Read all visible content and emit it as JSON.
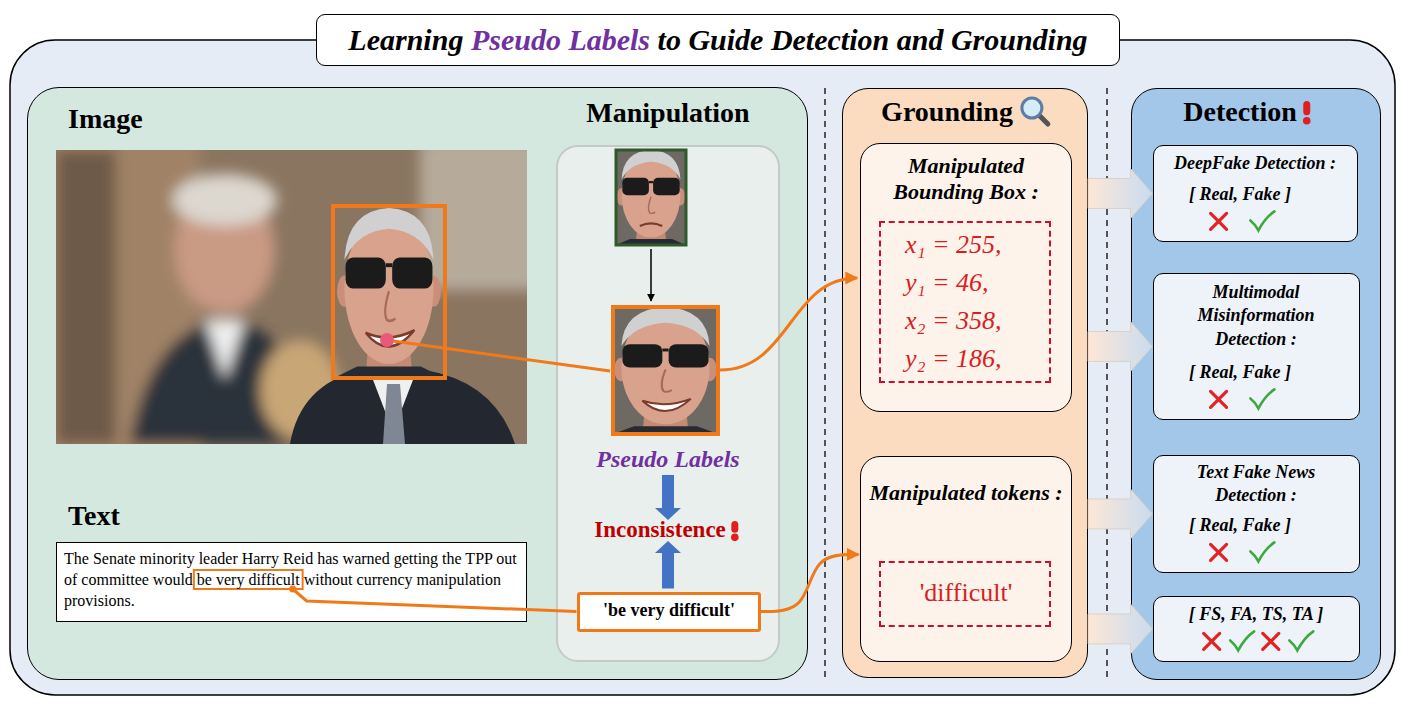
{
  "diagram": {
    "title": "Learning Pseudo Labels to Guide Detection and Grounding",
    "nodes": [
      {
        "text": [
          "Image",
          "Text"
        ]
      },
      {
        "text": [
          "The Senate minority leader Harry Reid has warned getting the TPP out of committee would be very difficult without currency manipulation provisions."
        ],
        "in": 0
      },
      {
        "text": [
          "Manipulation",
          "Pseudo Labels",
          "Inconsistence"
        ],
        "in": 0
      },
      {
        "text": [
          "'be very difficult'"
        ],
        "in": 2
      },
      {
        "text": [
          "Grounding"
        ]
      },
      {
        "text": [
          "Manipulated Bounding Box :"
        ],
        "in": 4
      },
      {
        "text": [
          "x₁ = 255,",
          "y₁ = 46,",
          "x₂ = 358,",
          "y₂ = 186,"
        ],
        "in": 5
      },
      {
        "text": [
          "Manipulated tokens :"
        ],
        "in": 4
      },
      {
        "text": [
          "'difficult'"
        ],
        "in": 7
      },
      {
        "text": [
          "Detection"
        ]
      },
      {
        "text": [
          "DeepFake Detection :",
          "[ Real, Fake ]"
        ],
        "in": 9
      },
      {
        "text": [
          "Multimodal Misinformation Detection :",
          "[ Real, Fake ]"
        ],
        "in": 9
      },
      {
        "text": [
          "Text Fake News Detection :",
          "[ Real, Fake ]"
        ],
        "in": 9
      },
      {
        "text": [
          "[ FS, FA, TS, TA ]"
        ],
        "in": 9
      }
    ],
    "edges": [
      {
        "from": 1,
        "to": 3,
        "arrow": "none"
      },
      {
        "from": 3,
        "to": 7,
        "arrow": "to"
      },
      {
        "from": 4,
        "to": 10,
        "arrow": "to"
      },
      {
        "from": 4,
        "to": 11,
        "arrow": "to"
      },
      {
        "from": 4,
        "to": 12,
        "arrow": "to"
      },
      {
        "from": 4,
        "to": 13,
        "arrow": "to"
      }
    ]
  }
}
